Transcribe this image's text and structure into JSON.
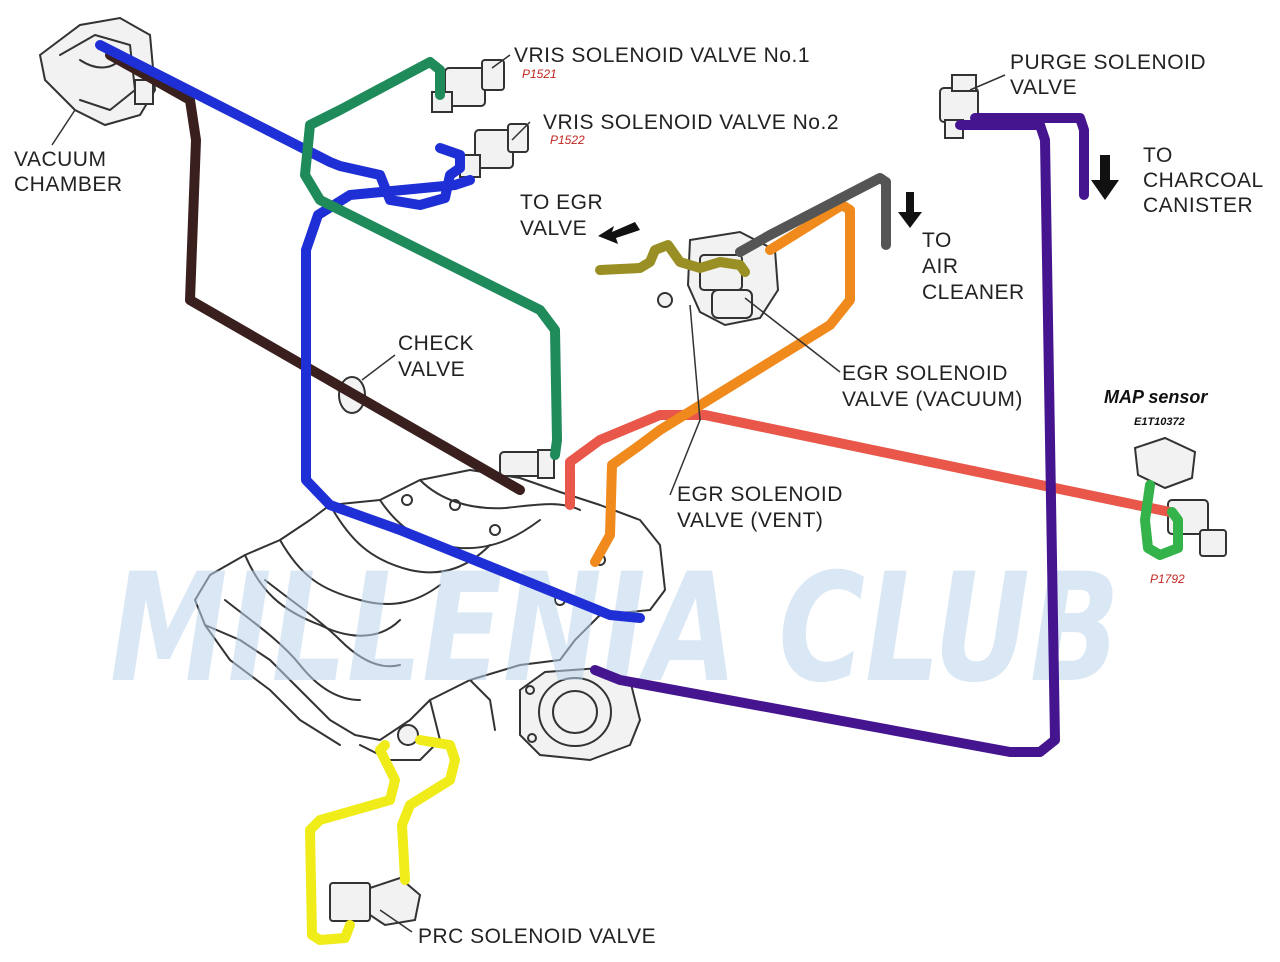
{
  "watermark": "MILLENIA CLUB",
  "labels": {
    "vacuum_chamber": [
      "VACUUM",
      "CHAMBER"
    ],
    "vris_valve_1": "VRIS SOLENOID VALVE No.1",
    "vris_valve_1_code": "P1521",
    "vris_valve_2": "VRIS SOLENOID VALVE No.2",
    "vris_valve_2_code": "P1522",
    "to_egr_valve": [
      "TO EGR",
      "VALVE"
    ],
    "to_air_cleaner": [
      "TO",
      "AIR",
      "CLEANER"
    ],
    "purge_valve": [
      "PURGE SOLENOID",
      "VALVE"
    ],
    "to_charcoal_canister": [
      "TO",
      "CHARCOAL",
      "CANISTER"
    ],
    "check_valve": [
      "CHECK",
      "VALVE"
    ],
    "egr_vacuum": [
      "EGR SOLENOID",
      "VALVE (VACUUM)"
    ],
    "egr_vent": [
      "EGR SOLENOID",
      "VALVE (VENT)"
    ],
    "map_sensor": "MAP sensor",
    "map_part_number": "E1T10372",
    "map_code": "P1792",
    "prc_valve": "PRC SOLENOID VALVE"
  },
  "hose_colors": {
    "vris_no1_line": "#1f2fd6",
    "vris_no2_line": "#1f2fd6",
    "vris_no1_feed": "#1f8a5a",
    "vacuum_chamber_line": "#3a1f1f",
    "egr_vacuum_line": "#f08a1c",
    "map_line": "#e8574a",
    "purge_line": "#45158f",
    "prc_line": "#f0ec1a",
    "egr_valve_line": "#9a8f24",
    "air_cleaner_line": "#555555",
    "map_sensor_line": "#33b34a"
  }
}
